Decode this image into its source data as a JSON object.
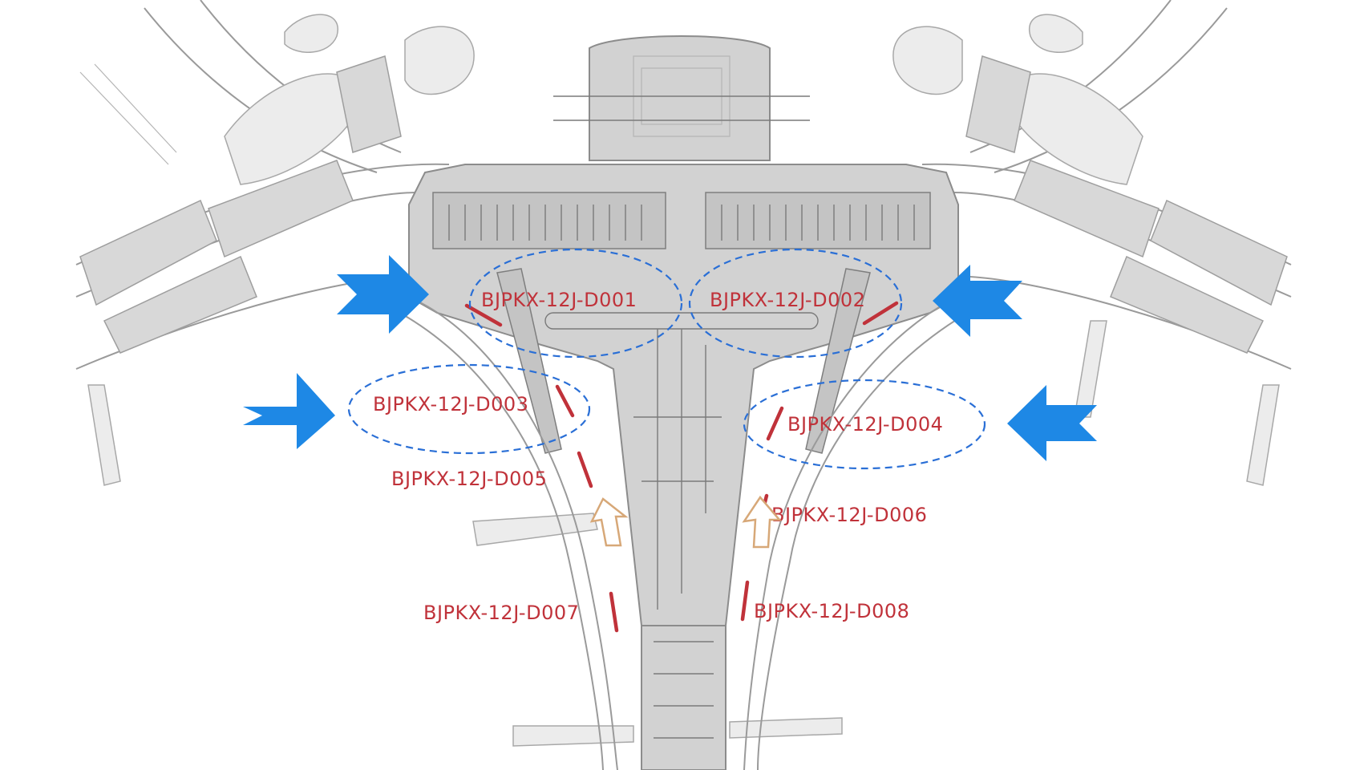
{
  "gates": [
    {
      "id": "d001",
      "label": "BJPKX-12J-D001"
    },
    {
      "id": "d002",
      "label": "BJPKX-12J-D002"
    },
    {
      "id": "d003",
      "label": "BJPKX-12J-D003"
    },
    {
      "id": "d004",
      "label": "BJPKX-12J-D004"
    },
    {
      "id": "d005",
      "label": "BJPKX-12J-D005"
    },
    {
      "id": "d006",
      "label": "BJPKX-12J-D006"
    },
    {
      "id": "d007",
      "label": "BJPKX-12J-D007"
    },
    {
      "id": "d008",
      "label": "BJPKX-12J-D008"
    }
  ],
  "highlighted_gates": [
    "BJPKX-12J-D001",
    "BJPKX-12J-D002",
    "BJPKX-12J-D003",
    "BJPKX-12J-D004"
  ],
  "colors": {
    "gate_label": "#c0323a",
    "highlight_ellipse": "#2a6fd6",
    "highlight_arrow": "#1e88e5",
    "entry_arrow": "#d7a878",
    "building": "#d2d2d2"
  },
  "icons": {
    "highlight_arrow": "blue-arrow-icon",
    "entry_arrow": "up-arrow-outline-icon"
  }
}
